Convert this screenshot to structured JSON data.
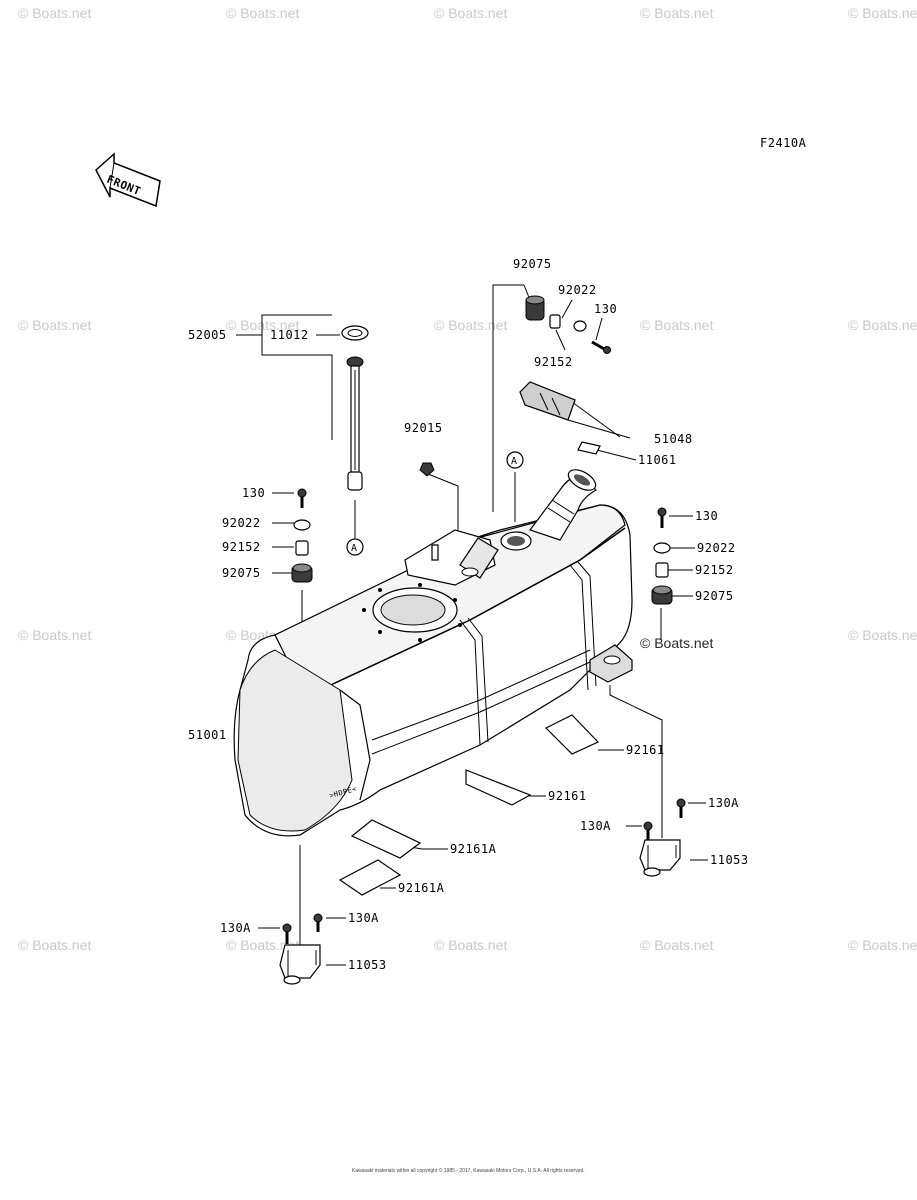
{
  "figure_code": "F2410A",
  "front_label": "FRONT",
  "watermark": "© Boats.net",
  "footer_line1": "Kawasaki materials within all copyright © 1985 - 2017, Kawasaki Motors Corp., U.S.A. All rights reserved.",
  "footer_line2": "",
  "callouts": {
    "c52005": "52005",
    "c11012": "11012",
    "c92075_top": "92075",
    "c92022_top": "92022",
    "c130_top": "130",
    "c92152_top": "92152",
    "c51048": "51048",
    "c11061": "11061",
    "c92015": "92015",
    "c130_left": "130",
    "c92022_left": "92022",
    "c92152_left": "92152",
    "c92075_left": "92075",
    "c130_right": "130",
    "c92022_right": "92022",
    "c92152_right": "92152",
    "c92075_right": "92075",
    "c51001": "51001",
    "c92161_upper": "92161",
    "c92161_lower": "92161",
    "c92161A_upper": "92161A",
    "c92161A_lower": "92161A",
    "c130A_r1": "130A",
    "c130A_r2": "130A",
    "c11053_right": "11053",
    "c130A_l1": "130A",
    "c130A_l2": "130A",
    "c11053_left": "11053",
    "ref_A1": "A",
    "ref_A2": "A"
  },
  "tank_marking": ">HDPE<"
}
